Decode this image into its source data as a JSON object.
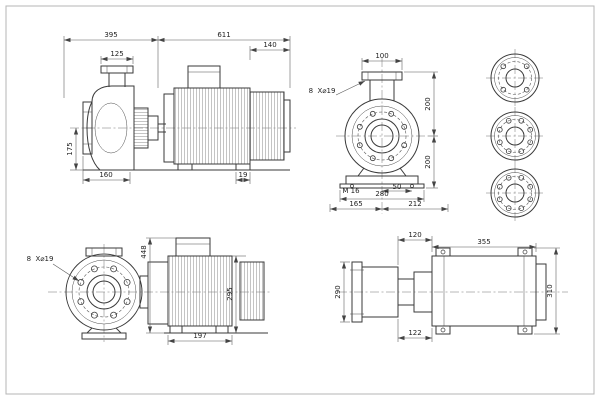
{
  "page": {
    "background": "#ffffff",
    "line_color": "#3a3a3a",
    "dim_color": "#555555"
  },
  "views": {
    "side_elevation": {
      "name": "pump side elevation",
      "dims": {
        "length_pump": "395",
        "length_motor": "611",
        "length_fan": "140",
        "flange_width": "125",
        "shaft_height": "175",
        "foot_width": "160",
        "foot_hole": "19"
      }
    },
    "front": {
      "name": "pump front view",
      "dims": {
        "flange_width": "100",
        "bolt_callout": "8  X⌀19",
        "height_upper": "200",
        "height_lower": "200",
        "anchor_thread": "M 16",
        "bolt_offset": "50",
        "base_width": "280",
        "base_left": "165",
        "base_right": "212"
      }
    },
    "flange_details": {
      "name": "flange detail views"
    },
    "end_view": {
      "name": "pump end view",
      "dims": {
        "bolt_callout": "8  X⌀19",
        "total_height": "448",
        "foot_spacing": "197",
        "motor_height": "295"
      }
    },
    "plan": {
      "name": "pump plan view",
      "dims": {
        "bracket_width": "120",
        "motor_length": "355",
        "flange_height": "290",
        "foot_length": "122",
        "motor_width": "310"
      }
    }
  }
}
